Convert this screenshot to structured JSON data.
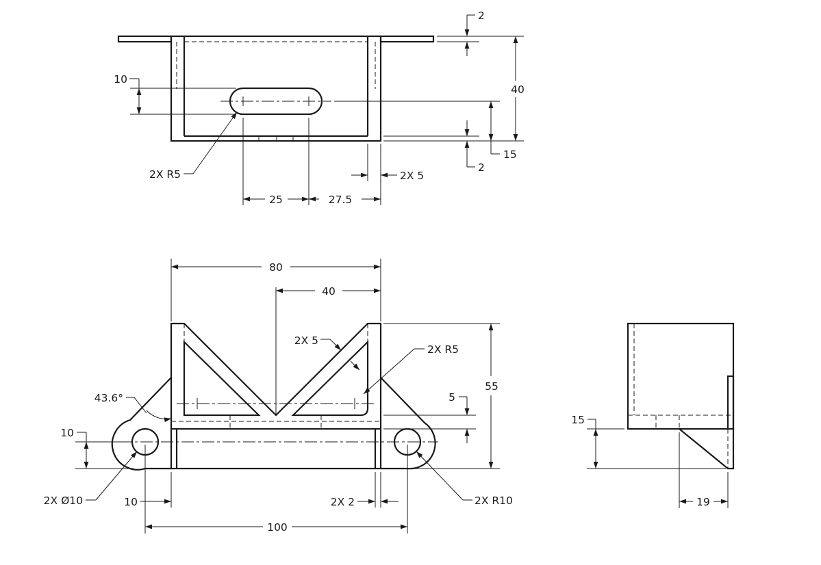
{
  "dimensions": {
    "top_view": {
      "flange_thk": "2",
      "height_total": "40",
      "slot_width": "10",
      "slot_radius": "2X R5",
      "slot_height": "15",
      "bottom_thk": "2",
      "wall_thk": "2X 5",
      "slot_length": "25",
      "slot_offset": "27.5"
    },
    "front_view": {
      "width_80": "80",
      "half_40": "40",
      "rib_5": "2X 5",
      "rib_radius": "2X R5",
      "angle": "43.6°",
      "height_55": "55",
      "rib_gap_5": "5",
      "hole_height": "10",
      "hole_dia": "2X Ø10",
      "hole_offset": "10",
      "wall_2": "2X 2",
      "lug_radius": "2X R10",
      "hole_spacing": "100"
    },
    "side_view": {
      "base_height": "15",
      "gusset_depth": "19"
    }
  }
}
